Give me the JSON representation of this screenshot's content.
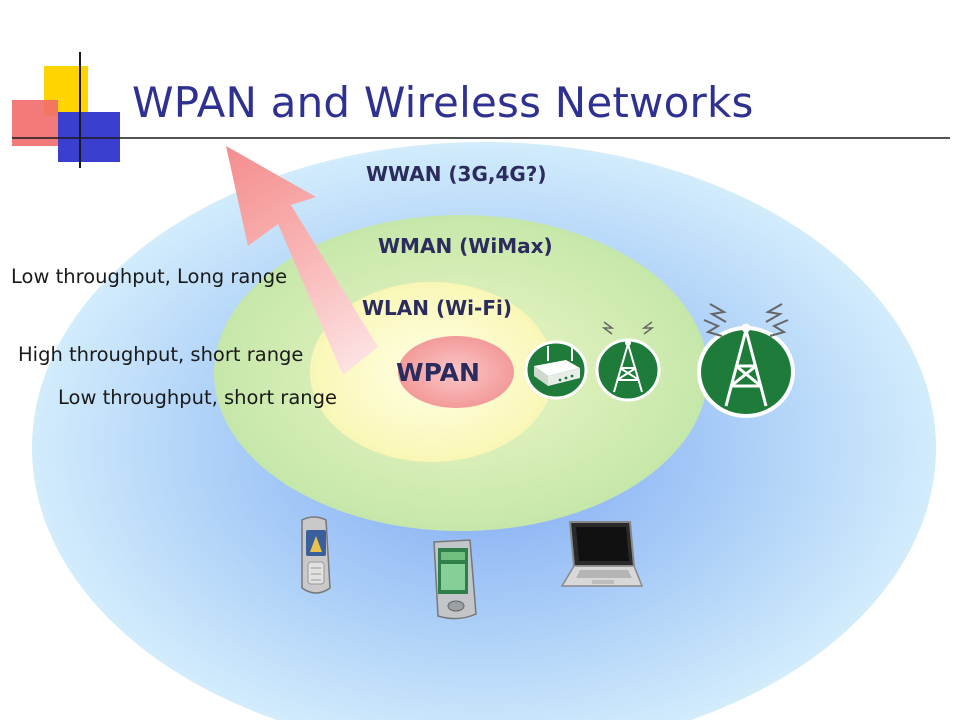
{
  "slide": {
    "title": "WPAN and Wireless Networks"
  },
  "rings": {
    "wwan": "WWAN (3G,4G?)",
    "wman": "WMAN (WiMax)",
    "wlan": "WLAN (Wi-Fi)",
    "wpan": "WPAN"
  },
  "annotations": {
    "long_range": "Low throughput, Long range",
    "high_short": "High throughput, short range",
    "low_short": "Low throughput, short range"
  },
  "colors": {
    "title": "#2e3192",
    "wwan_ring": "#cfe9fb",
    "wman_ring": "#cdeab0",
    "wlan_ring": "#fbfbc4",
    "wpan_ring": "#f6a6a6",
    "arrow": "#f7a0a0",
    "icon_green": "#1e7b3a"
  },
  "icons": [
    "wireless-router-icon",
    "small-cell-tower-icon",
    "large-cell-tower-icon",
    "mobile-phone-icon",
    "pda-icon",
    "laptop-icon"
  ]
}
